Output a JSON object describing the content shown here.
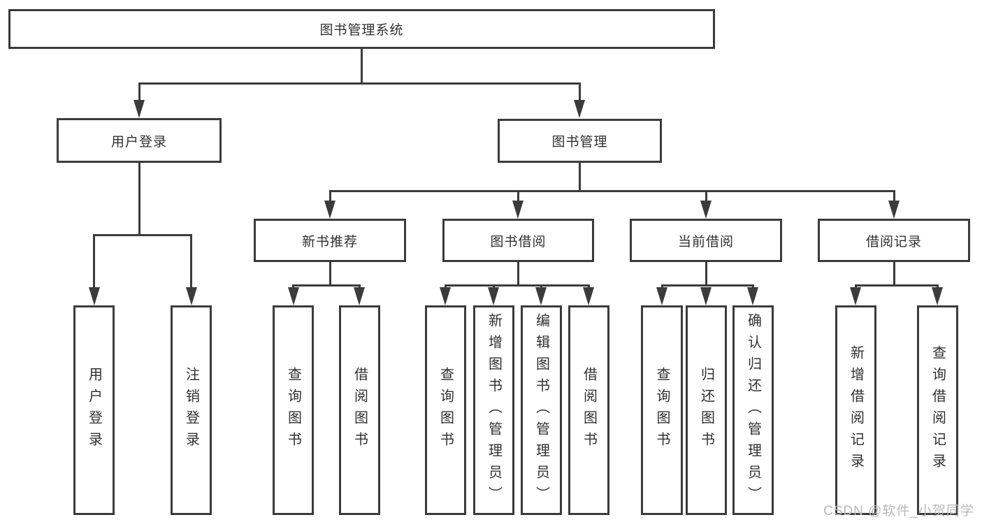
{
  "diagram": {
    "title": "图书管理系统",
    "nodes": {
      "root": "图书管理系统",
      "user_login_branch": "用户登录",
      "book_mgmt": "图书管理",
      "new_book_rec": "新书推荐",
      "book_borrow": "图书借阅",
      "current_borrow": "当前借阅",
      "borrow_records": "借阅记录",
      "leaf_user_login": "用户登录",
      "leaf_logout": "注销登录",
      "leaf_query_books_1": "查询图书",
      "leaf_borrow_books_1": "借阅图书",
      "leaf_query_books_2": "查询图书",
      "leaf_add_book_admin": "新增图书（管理员）",
      "leaf_edit_book_admin": "编辑图书（管理员）",
      "leaf_borrow_books_2": "借阅图书",
      "leaf_query_books_3": "查询图书",
      "leaf_return_books": "归还图书",
      "leaf_confirm_return_admin": "确认归还（管理员）",
      "leaf_add_borrow_record": "新增借阅记录",
      "leaf_query_borrow_record": "查询借阅记录"
    },
    "colors": {
      "line": "#3b3b3b",
      "box_border": "#3b3b3b",
      "text": "#303030",
      "background": "#ffffff",
      "watermark": "#b9b9bd"
    }
  },
  "watermark": "CSDN @软件_小贺同学"
}
